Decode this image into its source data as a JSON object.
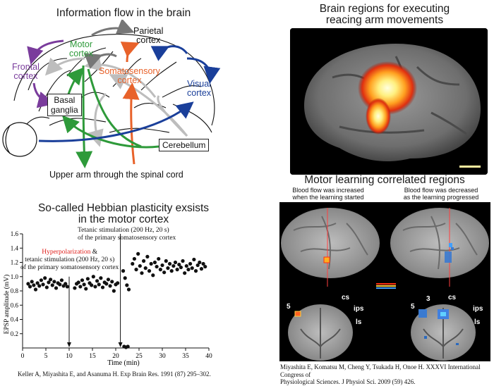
{
  "panel_flow": {
    "title": "Information flow in the brain",
    "labels": {
      "motor": "Motor cortex",
      "motor_l1": "Motor",
      "motor_l2": "cortex",
      "parietal_l1": "Parietal",
      "parietal_l2": "cortex",
      "frontal_l1": "Frontal",
      "frontal_l2": "cortex",
      "somato_l1": "Somatosensory",
      "somato_l2": "cortex",
      "visual_l1": "Visual",
      "visual_l2": "cortex",
      "basal_l1": "Basal",
      "basal_l2": "ganglia",
      "cerebellum": "Cerebellum",
      "upper_arm": "Upper arm through the spinal cord"
    },
    "colors": {
      "motor": "#2e9a3a",
      "frontal": "#7a3c9c",
      "somato": "#e8622a",
      "visual": "#1a3f9a",
      "gray": "#bdbdbd"
    }
  },
  "panel_arm": {
    "title_l1": "Brain regions for executing",
    "title_l2": "reacing arm movements"
  },
  "panel_hebbian": {
    "title_l1": "So-called Hebbian plasticity exsists",
    "title_l2": "in the motor cortex",
    "ann_tetanic_l1": "Tetanic stimulation (200 Hz, 20 s)",
    "ann_tetanic_l2": "of the primary somatosensory cortex",
    "ann_hyper_red": "Hyperpolarization",
    "ann_hyper_rest": " &",
    "ann_hyper_l2": "tetanic stimulation (200 Hz, 20 s)",
    "ann_hyper_l3": "of the primary somatosensory cortex",
    "citation": "Keller A, Miyashita E, and Asanuma H. Exp Brain Res. 1991 (87) 295–302.",
    "hyper_color": "#e0201c"
  },
  "panel_learning": {
    "title": "Motor learning correlated regions",
    "cap_left_l1": "Blood flow was increased",
    "cap_left_l2": "when the learning started",
    "cap_right_l1": "Blood flow was decreased",
    "cap_right_l2": "as the learning progressed",
    "lbl_cs": "cs",
    "lbl_ips": "ips",
    "lbl_ls": "ls",
    "lbl_5": "5",
    "lbl_3": "3",
    "citation_l1": "Miyashita E, Komatsu M, Cheng Y, Tsukada H, Onoe H. XXXVI International Congress of",
    "citation_l2": "Physiological Sciences. J Physiol Sci. 2009 (59) 426."
  },
  "chart_data": {
    "type": "scatter",
    "title": "",
    "xlabel": "Time (min)",
    "ylabel": "EPSP amplitude (mV)",
    "xlim": [
      0,
      40
    ],
    "ylim": [
      0,
      1.6
    ],
    "x_ticks": [
      0,
      5,
      10,
      15,
      20,
      25,
      30,
      35,
      40
    ],
    "y_ticks": [
      0.2,
      0.4,
      0.6,
      0.8,
      1.0,
      1.2,
      1.4,
      1.6
    ],
    "x_tick_labels": [
      "0",
      "5",
      "10",
      "15",
      "20",
      "25",
      "30",
      "35",
      "40"
    ],
    "y_tick_labels": [
      "0.2",
      "0.4",
      "0.6",
      "0.8",
      "1.0",
      "1.2",
      "1.4",
      "1.6"
    ],
    "grid": false,
    "markers": [
      {
        "x": 10,
        "label": "hyperpolarization + tetanic"
      },
      {
        "x": 21,
        "label": "tetanic"
      }
    ],
    "series": [
      {
        "x": [
          1.2,
          1.6,
          2.0,
          2.4,
          2.8,
          3.2,
          3.6,
          4.0,
          4.4,
          4.8,
          5.2,
          5.6,
          6.0,
          6.4,
          6.8,
          7.2,
          7.6,
          8.0,
          8.4,
          8.8,
          9.2,
          9.6,
          11.2,
          11.6,
          12.0,
          12.4,
          12.8,
          13.2,
          13.6,
          14.0,
          14.4,
          14.8,
          15.2,
          15.6,
          16.0,
          16.4,
          16.8,
          17.2,
          17.6,
          18.0,
          18.4,
          18.8,
          19.2,
          19.6,
          20.0,
          20.4,
          21.6,
          22.0,
          22.4,
          22.8,
          23.6,
          24.0,
          24.4,
          24.8,
          25.2,
          25.6,
          26.0,
          26.4,
          26.8,
          27.2,
          27.6,
          28.0,
          28.4,
          28.8,
          29.2,
          29.6,
          30.0,
          30.4,
          30.8,
          31.2,
          31.6,
          32.0,
          32.4,
          32.8,
          33.2,
          33.6,
          34.0,
          34.4,
          34.8,
          35.2,
          35.6,
          36.0,
          36.4,
          36.8,
          37.2,
          37.6,
          38.0,
          38.4,
          38.8,
          39.2
        ],
        "y": [
          0.9,
          0.86,
          0.93,
          0.88,
          0.82,
          0.91,
          0.87,
          0.95,
          0.89,
          0.98,
          0.85,
          0.92,
          0.96,
          0.88,
          0.93,
          0.84,
          0.91,
          0.89,
          0.95,
          0.87,
          0.9,
          0.86,
          0.84,
          0.9,
          0.92,
          0.86,
          0.95,
          0.89,
          0.83,
          0.97,
          0.91,
          0.88,
          1.0,
          0.86,
          0.94,
          0.89,
          0.98,
          0.85,
          0.92,
          0.9,
          0.96,
          0.87,
          0.93,
          0.8,
          0.89,
          0.91,
          1.08,
          0.98,
          0.88,
          0.82,
          1.18,
          1.25,
          1.1,
          1.32,
          1.15,
          1.05,
          1.22,
          1.12,
          1.28,
          1.08,
          1.18,
          1.02,
          1.2,
          1.14,
          1.25,
          1.1,
          1.16,
          1.06,
          1.22,
          1.12,
          1.18,
          1.08,
          1.15,
          1.2,
          1.1,
          1.17,
          1.13,
          1.22,
          1.05,
          1.15,
          1.1,
          1.18,
          1.12,
          1.24,
          1.08,
          1.16,
          1.2,
          1.11,
          1.18,
          1.14
        ]
      },
      {
        "x": [
          21.8,
          22.2,
          22.6
        ],
        "y": [
          0.02,
          0.01,
          0.02
        ]
      }
    ]
  }
}
